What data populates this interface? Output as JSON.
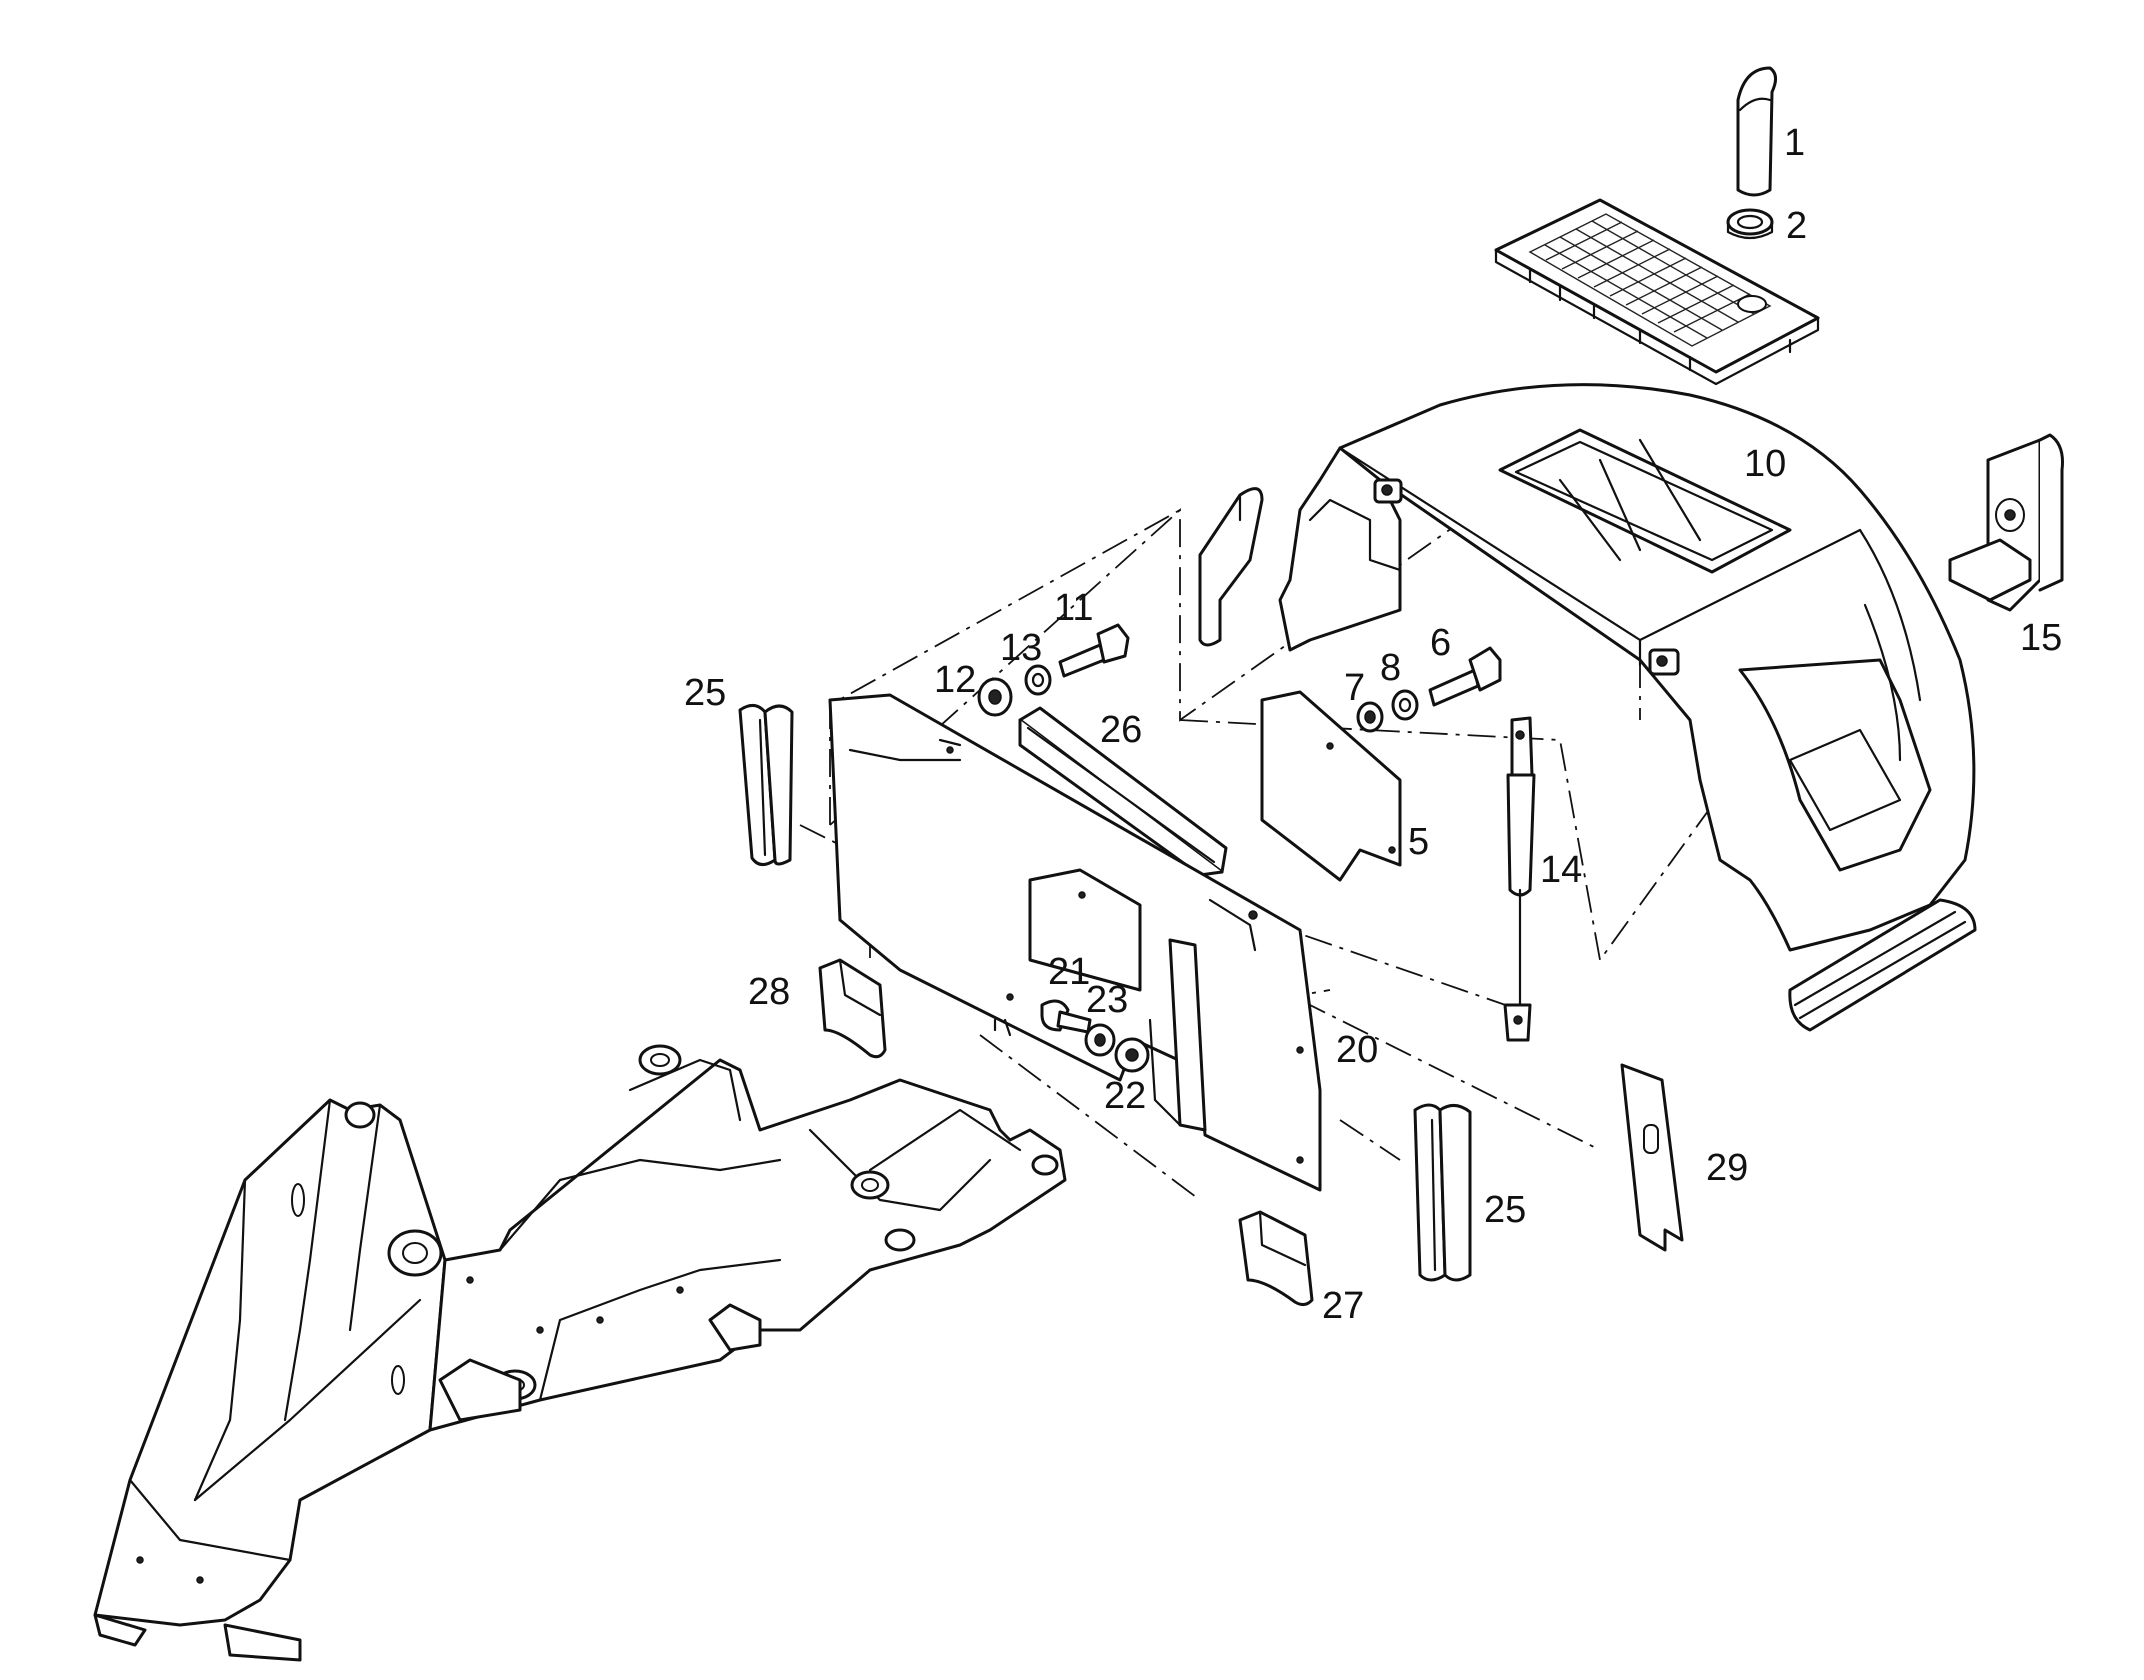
{
  "figure": {
    "type": "exploded parts diagram"
  },
  "callouts": {
    "c1": "1",
    "c2": "2",
    "c5": "5",
    "c6": "6",
    "c7": "7",
    "c8": "8",
    "c10": "10",
    "c11": "11",
    "c12": "12",
    "c13": "13",
    "c14": "14",
    "c15": "15",
    "c20": "20",
    "c21": "21",
    "c22": "22",
    "c23": "23",
    "c25a": "25",
    "c25b": "25",
    "c26": "26",
    "c27": "27",
    "c28": "28",
    "c29": "29"
  },
  "stroke_color": "#111111"
}
